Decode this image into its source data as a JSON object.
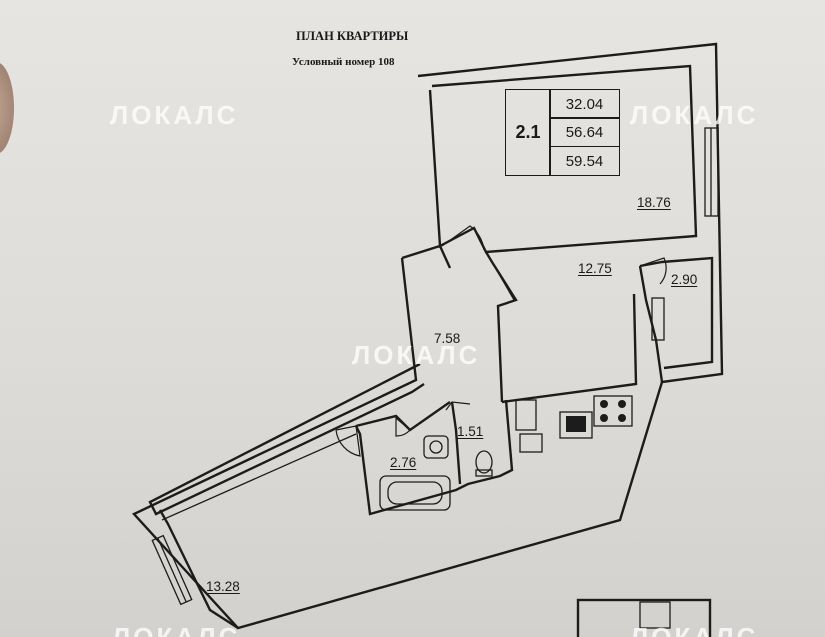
{
  "header": {
    "title": "ПЛАН КВАРТИРЫ",
    "subtitle": "Условный номер 108"
  },
  "summary_box": {
    "code": "2.1",
    "values": [
      "32.04",
      "56.64",
      "59.54"
    ]
  },
  "rooms": [
    {
      "area": "18.76"
    },
    {
      "area": "12.75"
    },
    {
      "area": "2.90"
    },
    {
      "area": "7.58"
    },
    {
      "area": "1.51"
    },
    {
      "area": "2.76"
    },
    {
      "area": "13.28"
    }
  ],
  "watermark": "ЛОКАЛС",
  "colors": {
    "paper": "#e2e1dd",
    "ink": "#1c1c1c",
    "watermark": "#ffffff"
  }
}
